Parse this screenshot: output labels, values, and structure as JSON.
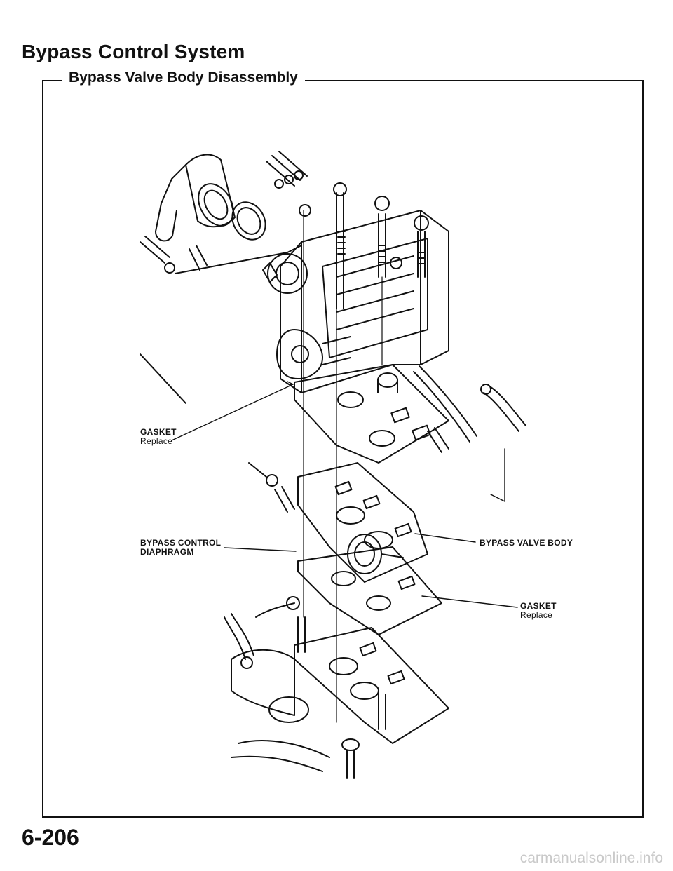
{
  "header": {
    "title": "Bypass Control System",
    "subtitle": "Bypass Valve Body Disassembly"
  },
  "labels": {
    "gasket_top": {
      "name": "GASKET",
      "note": "Replace"
    },
    "bypass_control_diaphragm": {
      "line1": "BYPASS CONTROL",
      "line2": "DIAPHRAGM"
    },
    "bypass_valve_body": {
      "name": "BYPASS VALVE BODY"
    },
    "gasket_bottom": {
      "name": "GASKET",
      "note": "Replace"
    }
  },
  "footer": {
    "page_number": "6-206",
    "watermark": "carmanualsonline.info"
  },
  "colors": {
    "ink": "#111111",
    "paper": "#ffffff",
    "watermark": "#c9c9c9"
  }
}
